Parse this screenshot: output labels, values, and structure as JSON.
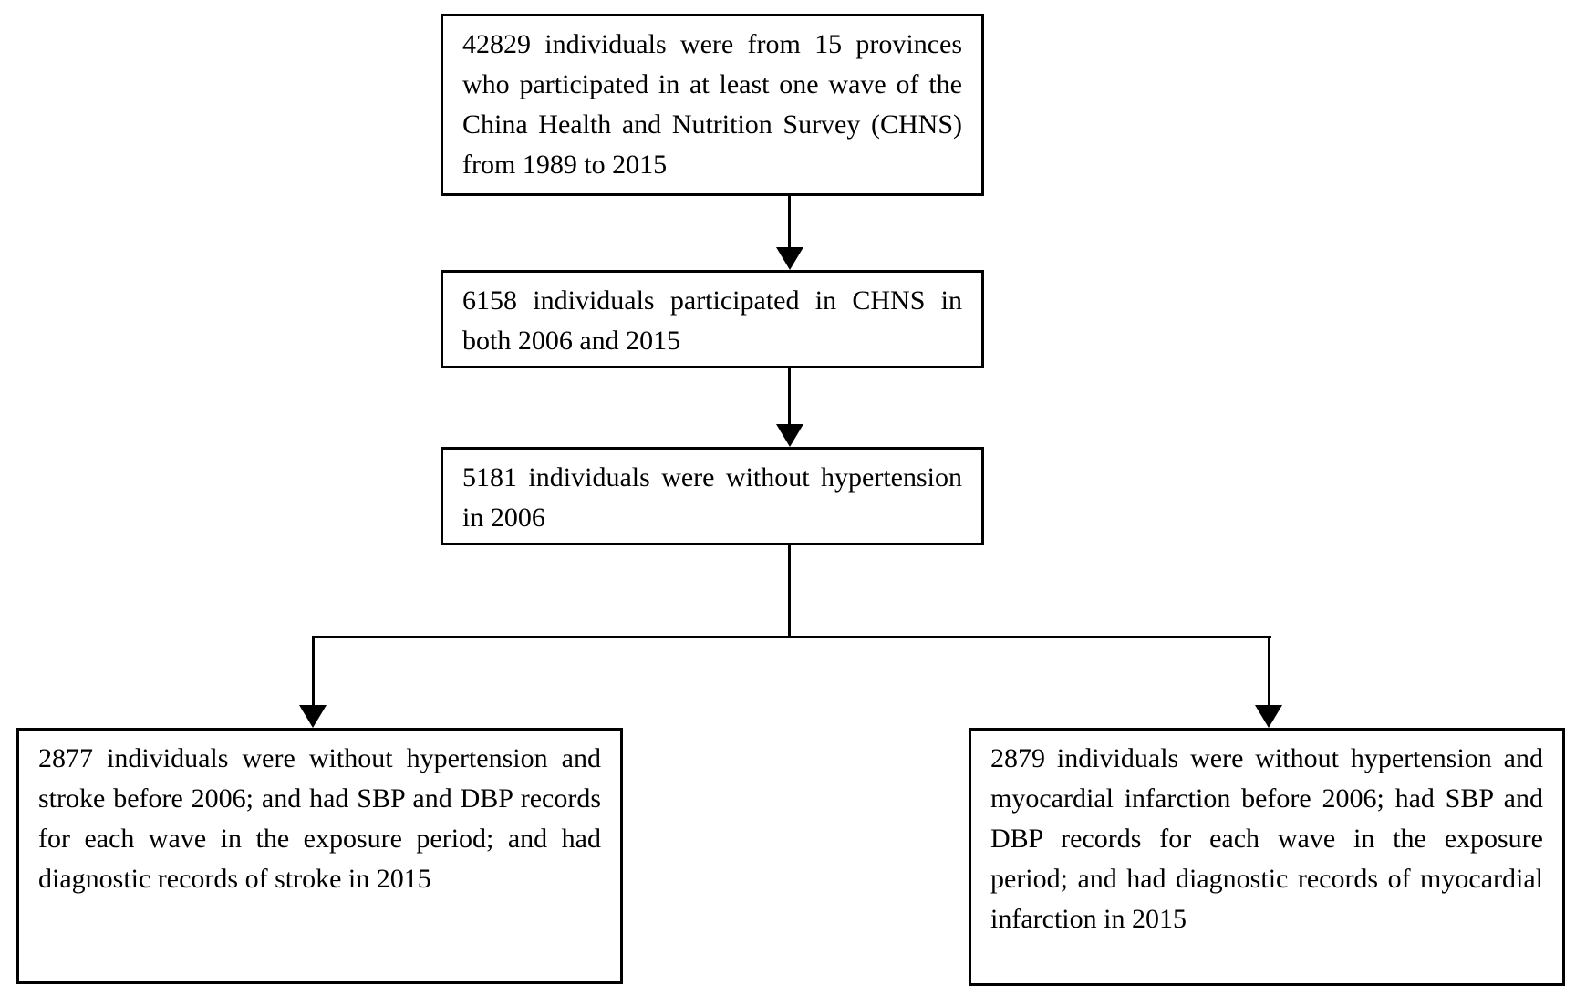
{
  "figure": {
    "type": "flow-diagram",
    "title": "CHNS participant selection flowchart",
    "colors": {
      "background": "#ffffff",
      "box_border": "#000000",
      "line": "#000000",
      "text": "#000000"
    },
    "boxes": {
      "total": {
        "value": "42829",
        "text": "42829 individuals were from 15 provinces who participated in at least one wave of the China Health and Nutrition Survey (CHNS) from 1989 to 2015"
      },
      "both_waves": {
        "value": "6158",
        "text": "6158 individuals participated in CHNS in both 2006 and 2015"
      },
      "no_hypertension": {
        "value": "5181",
        "text": "5181 individuals were without hypertension in 2006"
      },
      "stroke_cohort": {
        "value": "2877",
        "text": "2877 individuals were without hypertension and stroke before 2006; and had SBP and DBP records for each wave in the exposure period; and had diagnostic records of stroke in 2015"
      },
      "mi_cohort": {
        "value": "2879",
        "text": "2879 individuals were without hypertension and myocardial infarction before 2006; had SBP and DBP records for each wave in the exposure period; and had diagnostic records of myocardial infarction in 2015"
      }
    }
  }
}
